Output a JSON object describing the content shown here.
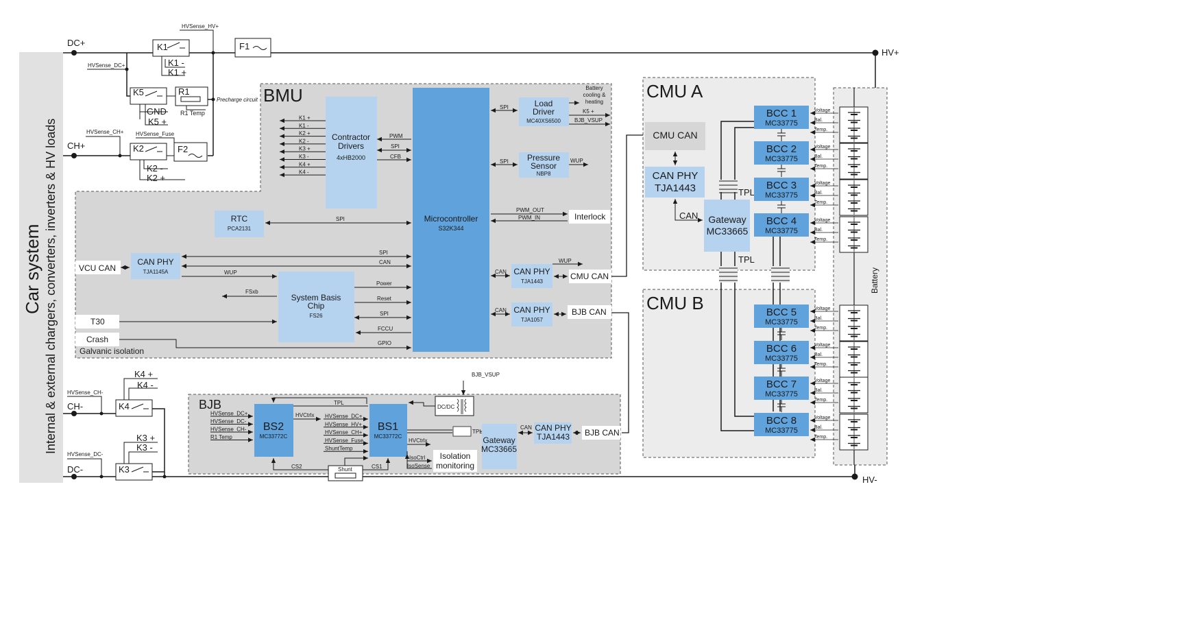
{
  "car_system": {
    "title": "Car system",
    "subtitle": "Internal & external chargers, converters, inverters & HV loads"
  },
  "terminals": {
    "dc_plus": "DC+",
    "ch_plus": "CH+",
    "ch_minus": "CH-",
    "dc_minus": "DC-",
    "hv_plus": "HV+",
    "hv_minus": "HV-"
  },
  "contactors": {
    "k1": "K1",
    "k2": "K2",
    "k3": "K3",
    "k4": "K4",
    "k5": "K5",
    "f1": "F1",
    "f2": "F2",
    "r1": "R1",
    "k1_minus": "K1 -",
    "k1_plus": "K1 +",
    "k2_minus": "K2 -",
    "k2_plus": "K2 +",
    "k3_plus": "K3 +",
    "k3_minus": "K3 -",
    "k4_plus": "K4 +",
    "k4_minus": "K4 -",
    "gnd": "GND",
    "k5_plus": "K5 +",
    "r1_temp": "R1 Temp",
    "precharge": "Precharge circuit"
  },
  "sense_labels": {
    "hv_plus": "HVSense_HV+",
    "dc_plus": "HVSense_DC+",
    "ch_plus": "HVSense_CH+",
    "fuse": "HVSense_Fuse",
    "ch_minus": "HVSense_CH-",
    "dc_minus": "HVSense_DC-"
  },
  "bmu": {
    "title": "BMU",
    "contactor_drivers": {
      "name": "Contractor Drivers",
      "part": "4xHB2000"
    },
    "driver_outputs": [
      "K1 +",
      "K1 -",
      "K2 +",
      "K2 -",
      "K3 +",
      "K3 -",
      "K4 +",
      "K4 -"
    ],
    "drv_pwm": "PWM",
    "drv_spi": "SPI",
    "drv_cfb": "CFB",
    "microcontroller": {
      "name": "Microcontroller",
      "part": "S32K344"
    },
    "load_driver": {
      "name": "Load Driver",
      "part": "MC40XS6500"
    },
    "battery_cooling": "Battery cooling & heating",
    "k5_plus": "K5 +",
    "bjb_vsup": "BJB_VSUP",
    "pressure_sensor": {
      "name": "Pressure Sensor",
      "part": "NBP8"
    },
    "wup": "WUP",
    "rtc": {
      "name": "RTC",
      "part": "PCA2131"
    },
    "spi": "SPI",
    "can": "CAN",
    "pwm_out": "PWM_OUT",
    "pwm_in": "PWM_IN",
    "interlock": "Interlock",
    "can_phy_vcu": {
      "name": "CAN PHY",
      "part": "TJA1145A"
    },
    "vcu_can": "VCU CAN",
    "sbc": {
      "name": "System Basis Chip",
      "part": "FS26"
    },
    "fsxb": "FSxb",
    "power": "Power",
    "reset": "Reset",
    "fccu": "FCCU",
    "gpio": "GPIO",
    "t30": "T30",
    "crash": "Crash",
    "galvanic": "Galvanic isolation",
    "can_phy_cmu": {
      "name": "CAN PHY",
      "part": "TJA1443"
    },
    "cmu_can": "CMU CAN",
    "can_phy_bjb": {
      "name": "CAN PHY",
      "part": "TJA1057"
    },
    "bjb_can": "BJB CAN"
  },
  "bjb": {
    "title": "BJB",
    "bjb_vsup": "BJB_VSUP",
    "bs2": {
      "name": "BS2",
      "part": "MC33772C"
    },
    "bs1": {
      "name": "BS1",
      "part": "MC33772C"
    },
    "bs2_inputs": [
      "HVSense_DC+",
      "HVSense_DC-",
      "HVSense_CH-",
      "R1 Temp"
    ],
    "bs1_inputs": [
      "HVSense_DC+",
      "HVSense_HV+",
      "HVSense_CH+",
      "HVSense_Fuse",
      "ShuntTemp"
    ],
    "hvctrlx": "HVCtrlx",
    "tpl": "TPL",
    "dcdc": "DC/DC",
    "cs1": "CS1",
    "cs2": "CS2",
    "shunt": "Shunt",
    "isoctrl": "IsoCtrl",
    "isosense": "IsoSense",
    "isolation": "Isolation monitoring",
    "gateway": {
      "name": "Gateway",
      "part": "MC33665"
    },
    "can": "CAN",
    "can_phy": {
      "name": "CAN PHY",
      "part": "TJA1443"
    },
    "bjb_can": "BJB CAN"
  },
  "cmu_a": {
    "title": "CMU A",
    "cmu_can": "CMU CAN",
    "can_phy": {
      "name": "CAN PHY",
      "part": "TJA1443"
    },
    "can": "CAN",
    "gateway": {
      "name": "Gateway",
      "part": "MC33665"
    },
    "tpl_top": "TPL",
    "tpl_bottom": "TPL",
    "bccs": [
      {
        "name": "BCC 1",
        "part": "MC33775"
      },
      {
        "name": "BCC 2",
        "part": "MC33775"
      },
      {
        "name": "BCC 3",
        "part": "MC33775"
      },
      {
        "name": "BCC 4",
        "part": "MC33775"
      }
    ]
  },
  "cmu_b": {
    "title": "CMU B",
    "bccs": [
      {
        "name": "BCC 5",
        "part": "MC33775"
      },
      {
        "name": "BCC 6",
        "part": "MC33775"
      },
      {
        "name": "BCC 7",
        "part": "MC33775"
      },
      {
        "name": "BCC 8",
        "part": "MC33775"
      }
    ]
  },
  "cell_signals": [
    "Voltage",
    "Bal.",
    "Temp."
  ],
  "battery": "Battery",
  "colors": {
    "dark_blue": "#5fa2dc",
    "light_blue": "#b5d3ef",
    "grey_panel": "#d6d6d6",
    "light_panel": "#ececec",
    "line": "#1a1a1a"
  }
}
